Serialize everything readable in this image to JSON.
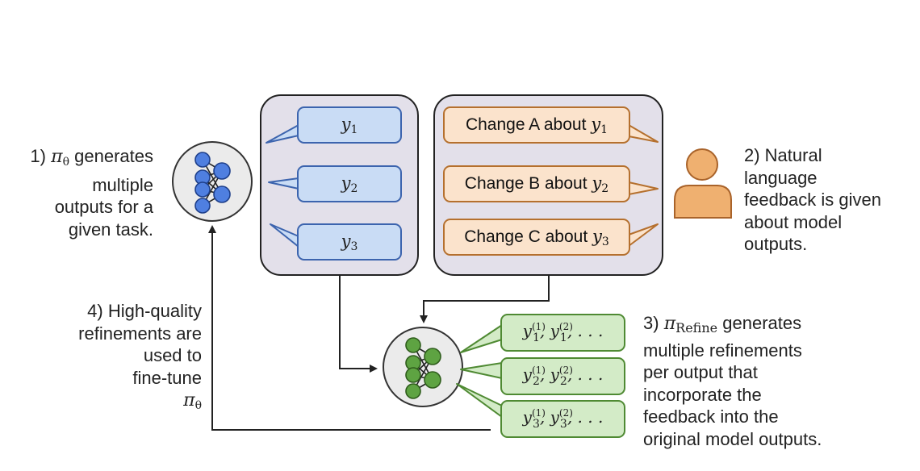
{
  "steps": {
    "step1": {
      "prefix": "1) ",
      "symbol": "π",
      "subscript": "θ",
      "lines": [
        "generates",
        "multiple",
        "outputs for a",
        "given task."
      ]
    },
    "step2": {
      "lines": [
        "2) Natural",
        "language",
        "feedback is given",
        "about model",
        "outputs."
      ]
    },
    "step3": {
      "prefix": "3) ",
      "symbol": "π",
      "subscript": "Refine",
      "lines": [
        "generates",
        "multiple refinements",
        "per output that",
        "incorporate the",
        "feedback into the",
        "original model outputs."
      ]
    },
    "step4": {
      "lines": [
        "4) High-quality",
        "refinements are",
        "used to",
        "fine-tune"
      ],
      "symbol": "π",
      "subscript": "θ"
    }
  },
  "outputs": [
    {
      "var": "y",
      "index": "1"
    },
    {
      "var": "y",
      "index": "2"
    },
    {
      "var": "y",
      "index": "3"
    }
  ],
  "feedback": [
    {
      "text": "Change A about ",
      "var": "y",
      "index": "1"
    },
    {
      "text": "Change B about ",
      "var": "y",
      "index": "2"
    },
    {
      "text": "Change C about ",
      "var": "y",
      "index": "3"
    }
  ],
  "refinements": [
    {
      "var": "y",
      "index": "1",
      "sup1": "(1)",
      "sup2": "(2)",
      "ellipsis": ", . . ."
    },
    {
      "var": "y",
      "index": "2",
      "sup1": "(1)",
      "sup2": "(2)",
      "ellipsis": ", . . ."
    },
    {
      "var": "y",
      "index": "3",
      "sup1": "(1)",
      "sup2": "(2)",
      "ellipsis": ", . . ."
    }
  ],
  "colors": {
    "blue_node": "#4f7fe0",
    "green_node": "#5ea342",
    "person": "#efb070",
    "arrow": "#222222"
  }
}
